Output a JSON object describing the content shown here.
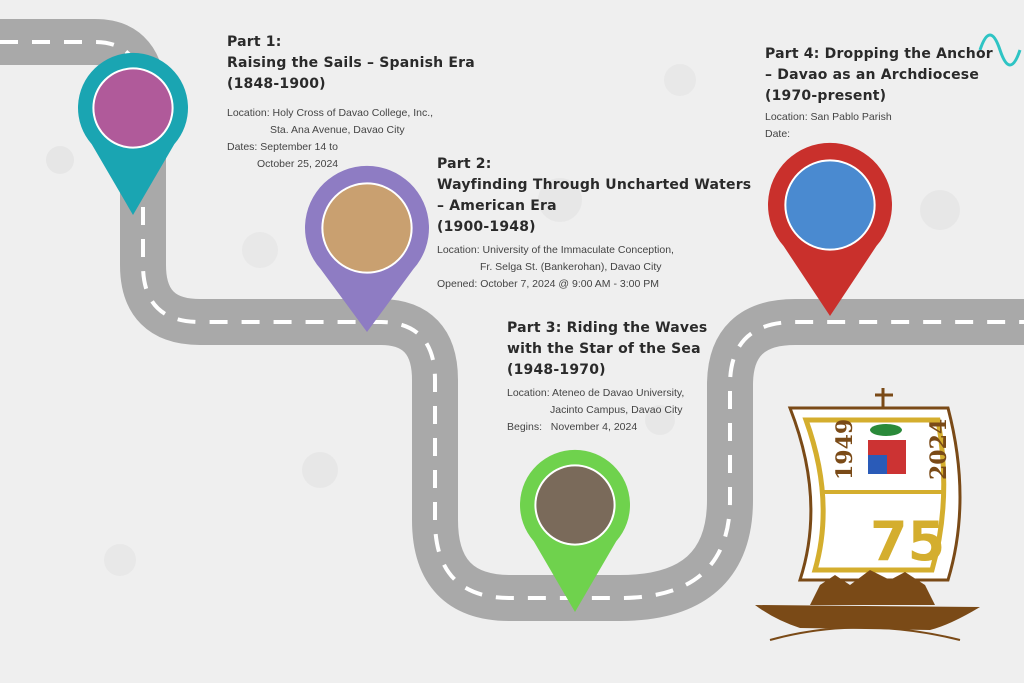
{
  "colors": {
    "road": "#a9a9a9",
    "pin1": "#1aa5b2",
    "pin2": "#8e7cc3",
    "pin3": "#6fd24d",
    "pin4": "#c9302c",
    "logo_gold": "#d4ae2e",
    "logo_brown": "#7a4a17"
  },
  "parts": [
    {
      "heading": "Part 1:",
      "title": "Raising the Sails – Spanish Era",
      "years": "(1848-1900)",
      "location_label": "Location:",
      "location_line1": "Holy Cross of Davao College, Inc.,",
      "location_line2": "Sta. Ana Avenue, Davao City",
      "date_label": "Dates:",
      "date_line1": "September 14 to",
      "date_line2": "October 25, 2024"
    },
    {
      "heading": "Part 2:",
      "title": "Wayfinding Through Uncharted Waters",
      "title2": "– American Era",
      "years": "(1900-1948)",
      "location_label": "Location:",
      "location_line1": "University of the Immaculate Conception,",
      "location_line2": "Fr. Selga St. (Bankerohan), Davao City",
      "date_label": "Opened:",
      "date_line1": "October 7, 2024 @ 9:00 AM - 3:00 PM"
    },
    {
      "heading": "Part 3: Riding the Waves",
      "title": "with the Star of the Sea",
      "years": "(1948-1970)",
      "location_label": "Location:",
      "location_line1": "Ateneo de Davao University,",
      "location_line2": "Jacinto Campus, Davao City",
      "date_label": "Begins:",
      "date_line1": "November 4, 2024"
    },
    {
      "heading": "Part 4: Dropping the Anchor",
      "title": "– Davao as an Archdiocese",
      "years": "(1970-present)",
      "location_label": "Location:",
      "location_line1": "San Pablo Parish",
      "date_label": "Date:"
    }
  ],
  "logo": {
    "year_start": "1949",
    "year_end": "2024",
    "anniversary": "75"
  }
}
